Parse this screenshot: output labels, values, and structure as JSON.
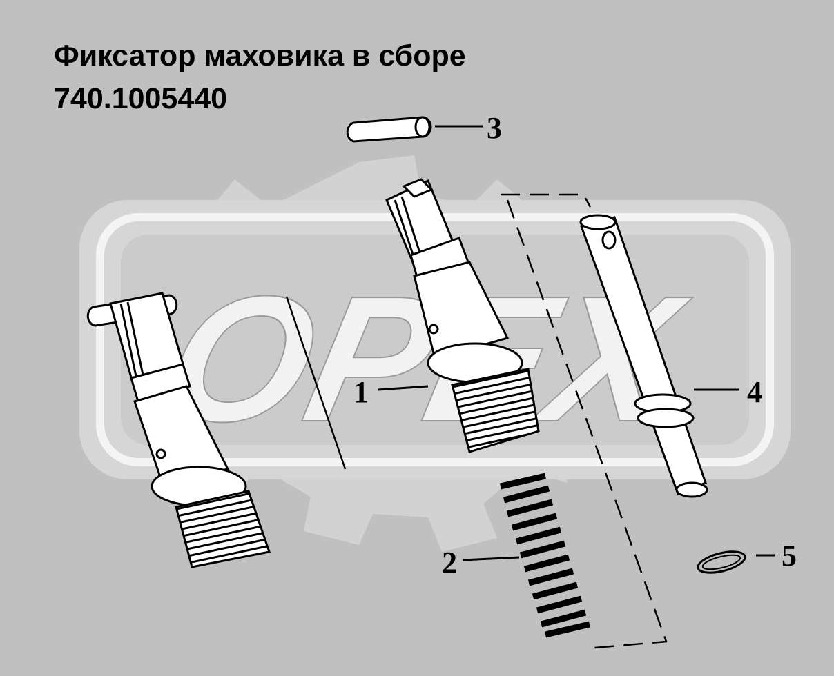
{
  "title": {
    "line1": "Фиксатор маховика в сборе",
    "line2": "740.1005440"
  },
  "watermark": {
    "text": "OPEX"
  },
  "callouts": [
    {
      "number": "1"
    },
    {
      "number": "2"
    },
    {
      "number": "3"
    },
    {
      "number": "4"
    },
    {
      "number": "5"
    }
  ],
  "colors": {
    "background": "#c0c0c0",
    "watermark_light": "#d4d4d4",
    "watermark_white": "#f2f2f2",
    "part_fill": "#ffffff",
    "line": "#000000"
  }
}
